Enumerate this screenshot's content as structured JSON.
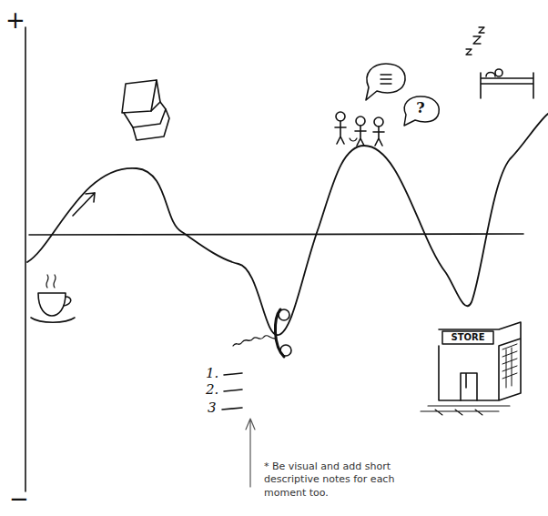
{
  "diagram": {
    "nodes": [
      {
        "text": [
          "?"
        ]
      },
      {
        "text": [
          "STORE"
        ]
      }
    ],
    "labels": [
      "+",
      "−",
      "1.",
      "2.",
      "3",
      "* Be visual and add short descriptive notes for each moment too."
    ]
  }
}
